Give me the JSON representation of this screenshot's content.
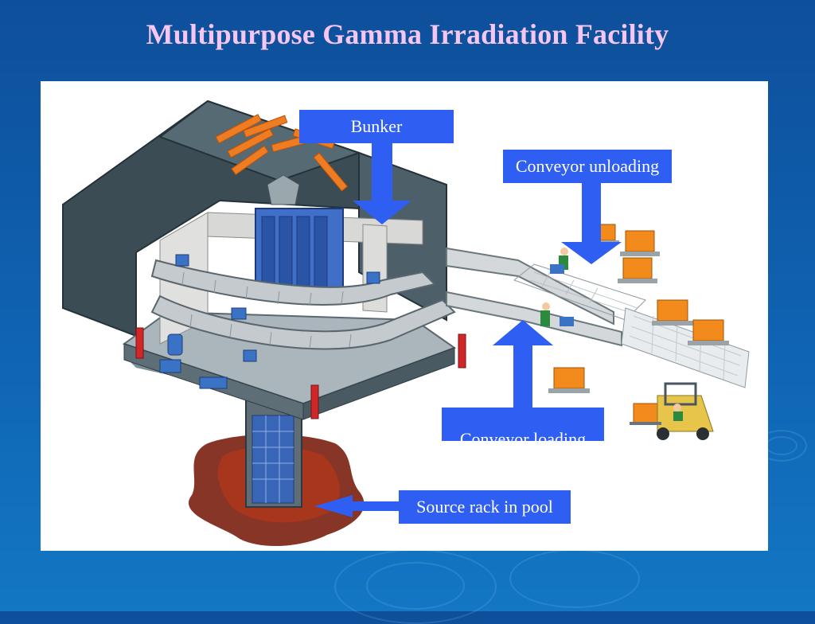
{
  "slide": {
    "title": "Multipurpose Gamma Irradiation Facility"
  },
  "callouts": {
    "bunker": "Bunker",
    "conveyor_unloading": "Conveyor unloading",
    "conveyor_loading": "Conveyor loading",
    "source_rack": "Source rack in pool"
  },
  "colors": {
    "accent": "#2e5ef2",
    "title": "#f5c6f0",
    "background": "#0f63b2"
  }
}
